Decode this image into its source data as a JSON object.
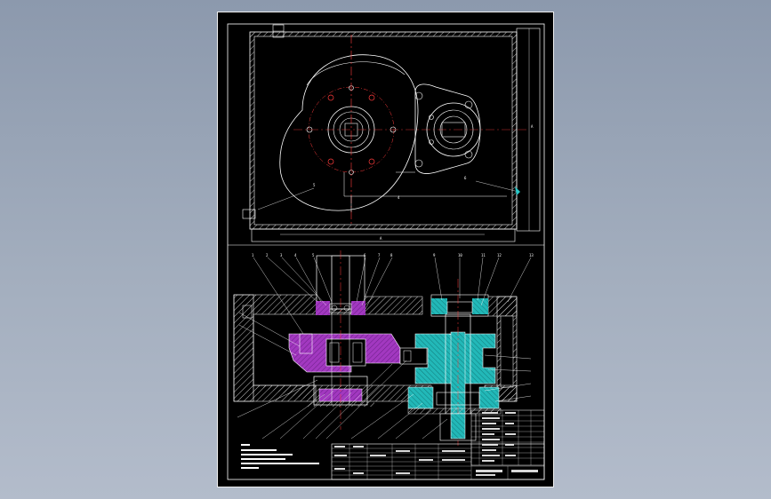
{
  "viewer": {
    "background_top": "#8c99ad",
    "background_bottom": "#b3bccb"
  },
  "drawing": {
    "sheet_color": "#000000",
    "line_color": "#ffffff",
    "centerline_color": "#ff3b3b",
    "section_magenta": "#b03cc8",
    "section_cyan": "#28c8c8",
    "hatch_color": "#bfbfbf",
    "views": [
      "top-view",
      "section-view"
    ],
    "title_block": {
      "rows": 8
    },
    "parts_list": {
      "rows": 10
    }
  }
}
